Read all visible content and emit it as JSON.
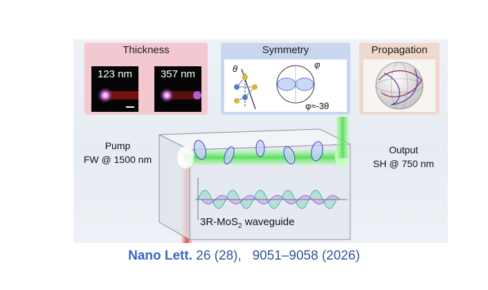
{
  "panels": {
    "thickness": {
      "title": "Thickness",
      "left_label": "123 nm",
      "right_label": "357 nm"
    },
    "symmetry": {
      "title": "Symmetry",
      "theta_symbol": "θ",
      "phi_symbol": "φ",
      "relation": "φ≈-3θ"
    },
    "propagation": {
      "title": "Propagation"
    }
  },
  "pump": {
    "line1": "Pump",
    "line2": "FW @ 1500 nm"
  },
  "output": {
    "line1": "Output",
    "line2": "SH @ 750 nm"
  },
  "waveguide": {
    "label_prefix": "3R-MoS",
    "subscript": "2",
    "label_suffix": " waveguide"
  },
  "citation": {
    "journal": "Nano Lett.",
    "volume_issue": "26 (28),",
    "pages_year": "9051–9058 (2026)"
  },
  "colors": {
    "thickness_bg": "#f3c8d0",
    "symmetry_bg": "#c9d6ef",
    "propagation_bg": "#efd9cc",
    "green_beam": "#59e05a",
    "red_beam": "#e0474a",
    "citation": "#2f5496"
  }
}
